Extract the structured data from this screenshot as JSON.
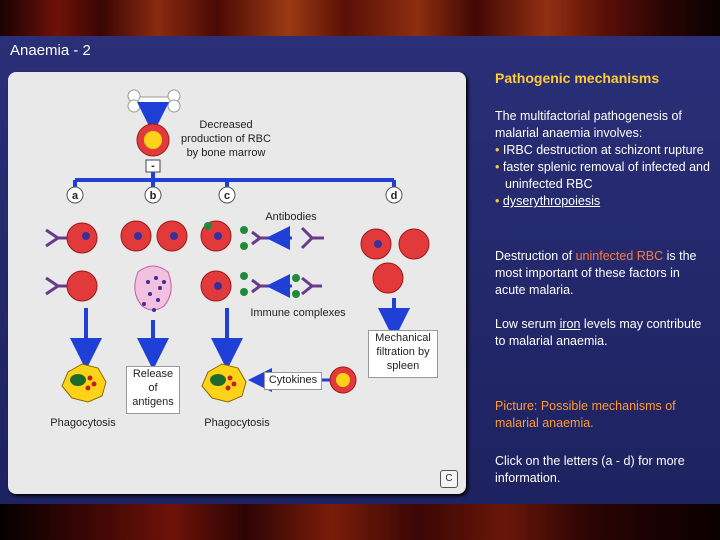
{
  "slide": {
    "title": "Anaemia - 2"
  },
  "diagram": {
    "letters": [
      "a",
      "b",
      "c",
      "d"
    ],
    "labels": {
      "decreased_production": "Decreased production of RBC by bone marrow",
      "minus": "-",
      "antibodies": "Antibodies",
      "immune_complexes": "Immune complexes",
      "mechanical_filtration": "Mechanical filtration by spleen",
      "release_of_antigens": "Release of antigens",
      "cytokines": "Cytokines",
      "phagocytosis_left": "Phagocytosis",
      "phagocytosis_right": "Phagocytosis"
    },
    "copyright": "C",
    "colors": {
      "arrow": "#1f3fd6",
      "rbc": "#e23a3a",
      "parasite": "#3a2f9a",
      "antibody": "#6a3a8a",
      "macrophage": "#ffd21a",
      "complex_green": "#1e8a3a"
    }
  },
  "sidebar": {
    "heading": "Pathogenic mechanisms",
    "intro": "The multifactorial pathogenesis of malarial anaemia involves:",
    "bullets": [
      "IRBC destruction at schizont rupture",
      "faster splenic removal of infected and uninfected RBC",
      "dyserythropoiesis"
    ],
    "para2_pre": "Destruction of ",
    "para2_highlight": "uninfected RBC",
    "para2_post": " is the most important of these factors in acute malaria.",
    "para3_pre": "Low serum ",
    "para3_link": "iron",
    "para3_post": " levels may contribute to malarial anaemia.",
    "picture_caption": "Picture: Possible mechanisms of malarial anaemia.",
    "instruction": "Click on the letters (a - d) for more information."
  }
}
